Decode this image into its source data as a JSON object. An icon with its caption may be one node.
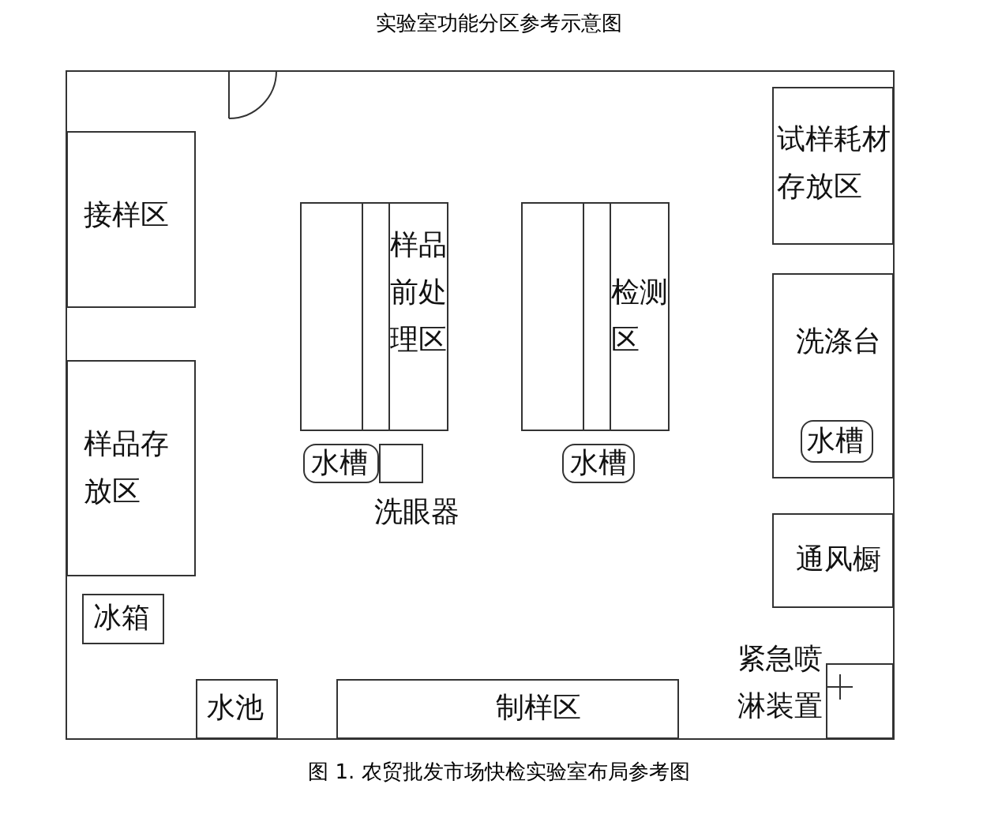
{
  "diagram": {
    "title": "实验室功能分区参考示意图",
    "caption": "图 1. 农贸批发市场快检实验室布局参考图",
    "nodes": [
      {
        "text": [
          "接样区"
        ]
      },
      {
        "text": [
          "样品存放区"
        ]
      },
      {
        "text": [
          "冰箱"
        ]
      },
      {
        "text": [
          "样品前处理区"
        ]
      },
      {
        "text": [
          "水槽"
        ]
      },
      {
        "text": [
          "洗眼器"
        ]
      },
      {
        "text": [
          "检测区"
        ]
      },
      {
        "text": [
          "水槽"
        ]
      },
      {
        "text": [
          "试样耗材存放区"
        ]
      },
      {
        "text": [
          "洗涤台"
        ]
      },
      {
        "text": [
          "水槽"
        ],
        "in": 9
      },
      {
        "text": [
          "通风橱"
        ]
      },
      {
        "text": [
          "紧急喷淋装置"
        ]
      },
      {
        "text": [
          "水池"
        ]
      },
      {
        "text": [
          "制样区"
        ]
      }
    ],
    "edges": []
  }
}
